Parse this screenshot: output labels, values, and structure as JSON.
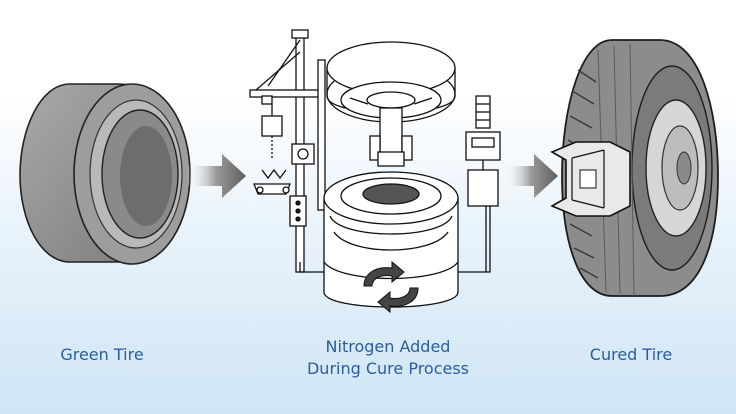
{
  "captions": {
    "green_tire": "Green Tire",
    "process_line1": "Nitrogen Added",
    "process_line2": "During Cure Process",
    "cured_tire": "Cured Tire"
  },
  "icons": {
    "input_arrow": "arrow-right-icon",
    "output_arrow": "arrow-right-icon",
    "rotation": "rotate-arrows-icon"
  },
  "colors": {
    "caption_text": "#2b5d9f",
    "tire_gray": "#8c8c8c",
    "arrow_gray": "#6f6f6f",
    "background_blue": "#cfe5f5"
  }
}
